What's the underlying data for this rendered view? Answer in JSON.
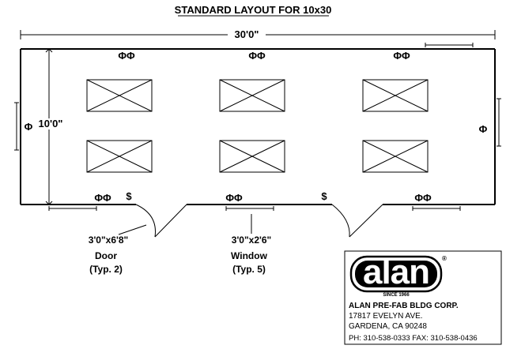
{
  "title": "STANDARD LAYOUT FOR 10x30",
  "dimensions": {
    "width": "30'0\"",
    "depth": "10'0\""
  },
  "symbols": {
    "duplex_outlet": "ΦΦ",
    "switch": "$",
    "single_outlet": "Φ"
  },
  "callouts": {
    "door": {
      "size": "3'0\"x6'8\"",
      "name": "Door",
      "qty": "(Typ. 2)"
    },
    "window": {
      "size": "3'0\"x2'6\"",
      "name": "Window",
      "qty": "(Typ. 5)"
    }
  },
  "company": {
    "logo_word": "alan",
    "registered_mark": "®",
    "since": "SINCE 1966",
    "name": "ALAN PRE-FAB BLDG CORP.",
    "address1": "17817 EVELYN AVE.",
    "address2": "GARDENA, CA 90248",
    "phone_fax": "PH: 310-538-0333   FAX: 310-538-0436"
  }
}
